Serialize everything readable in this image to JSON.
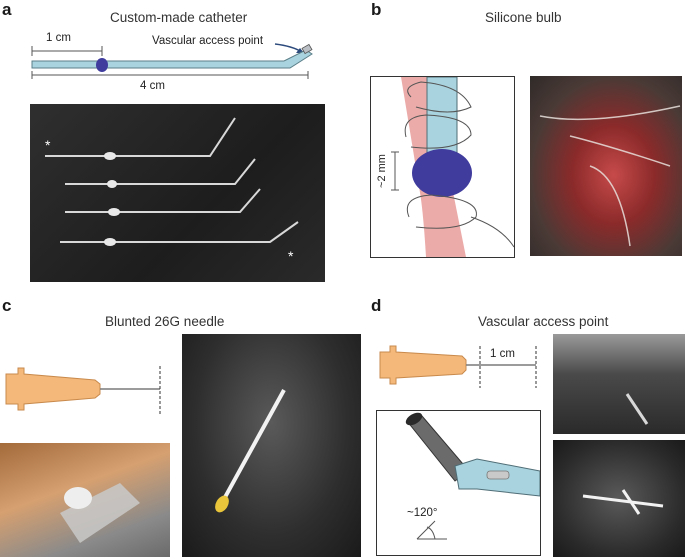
{
  "panels": {
    "a": {
      "letter": "a",
      "title": "Custom-made catheter",
      "scale_label": "1 cm",
      "access_label": "Vascular access point",
      "length_label": "4 cm",
      "photo_markers": [
        "*",
        "*"
      ]
    },
    "b": {
      "letter": "b",
      "title": "Silicone bulb",
      "size_label": "~2 mm"
    },
    "c": {
      "letter": "c",
      "title": "Blunted 26G needle"
    },
    "d": {
      "letter": "d",
      "title": "Vascular access point",
      "scale_label": "1 cm",
      "angle_label": "~120°"
    }
  },
  "colors": {
    "catheter_tube": "#a9d3de",
    "bulb": "#3f3c9e",
    "vessel": "#e9a3a0",
    "hub": "#f4b97a",
    "dark_photo": "#2a2a2a"
  }
}
